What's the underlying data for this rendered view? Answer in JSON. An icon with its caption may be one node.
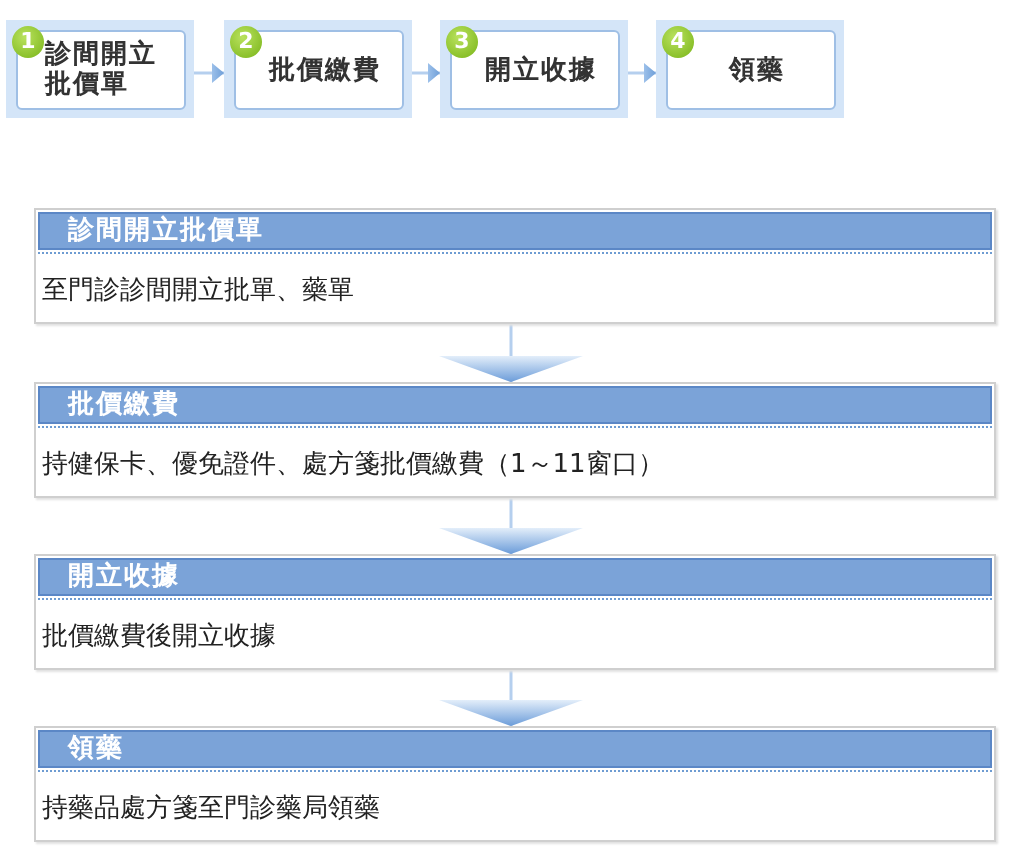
{
  "diagram": {
    "nodes": [
      {
        "text": [
          "1",
          "診間開立批價單"
        ]
      },
      {
        "text": [
          "2",
          "批價繳費"
        ]
      },
      {
        "text": [
          "3",
          "開立收據"
        ]
      },
      {
        "text": [
          "4",
          "領藥"
        ]
      },
      {
        "text": [
          "診間開立批價單",
          "至門診診間開立批單、藥單"
        ]
      },
      {
        "text": [
          "批價繳費",
          "持健保卡、優免證件、處方箋批價繳費（1～11窗口）"
        ]
      },
      {
        "text": [
          "開立收據",
          "批價繳費後開立收據"
        ]
      },
      {
        "text": [
          "領藥",
          "持藥品處方箋至門診藥局領藥"
        ]
      }
    ],
    "edges": [
      {
        "from": 0,
        "to": 1,
        "arrow": "to"
      },
      {
        "from": 1,
        "to": 2,
        "arrow": "to"
      },
      {
        "from": 2,
        "to": 3,
        "arrow": "to"
      },
      {
        "from": 4,
        "to": 5,
        "arrow": "to"
      },
      {
        "from": 5,
        "to": 6,
        "arrow": "to"
      },
      {
        "from": 6,
        "to": 7,
        "arrow": "to"
      }
    ]
  }
}
